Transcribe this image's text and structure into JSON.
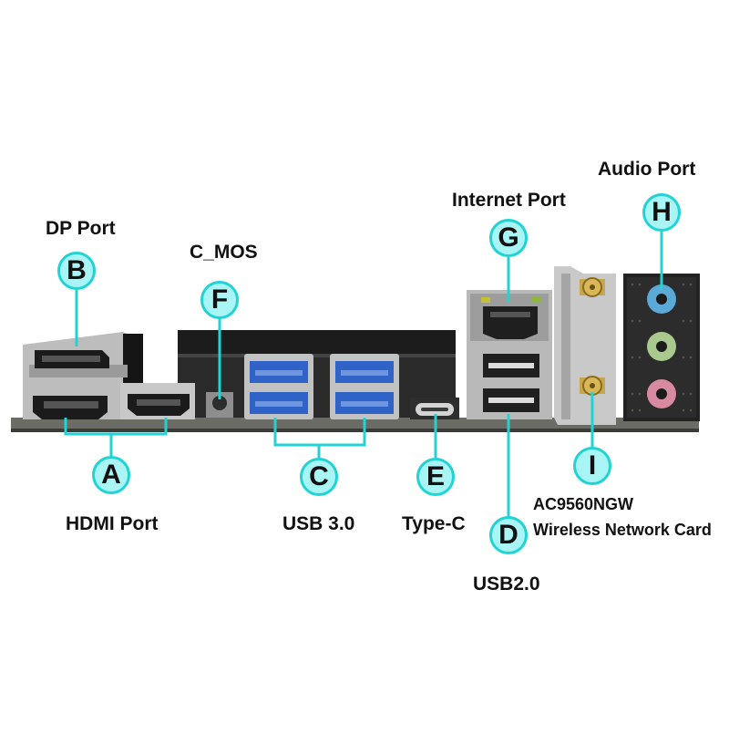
{
  "labels": {
    "dp": "DP Port",
    "cmos": "C_MOS",
    "internet": "Internet Port",
    "audio": "Audio Port",
    "hdmi": "HDMI Port",
    "usb3": "USB 3.0",
    "typec": "Type-C",
    "usb2": "USB2.0",
    "wifi_model": "AC9560NGW",
    "wifi_desc": "Wireless Network Card"
  },
  "badges": {
    "a": "A",
    "b": "B",
    "c": "C",
    "d": "D",
    "e": "E",
    "f": "F",
    "g": "G",
    "h": "H",
    "i": "I"
  },
  "colors": {
    "callout": "#22d3d3",
    "badge_fill": "#a9f4f4",
    "usb3_blue": "#2f63c8",
    "audio_blue": "#5aa9d6",
    "audio_green": "#a9c98f",
    "audio_pink": "#d78aa0"
  }
}
